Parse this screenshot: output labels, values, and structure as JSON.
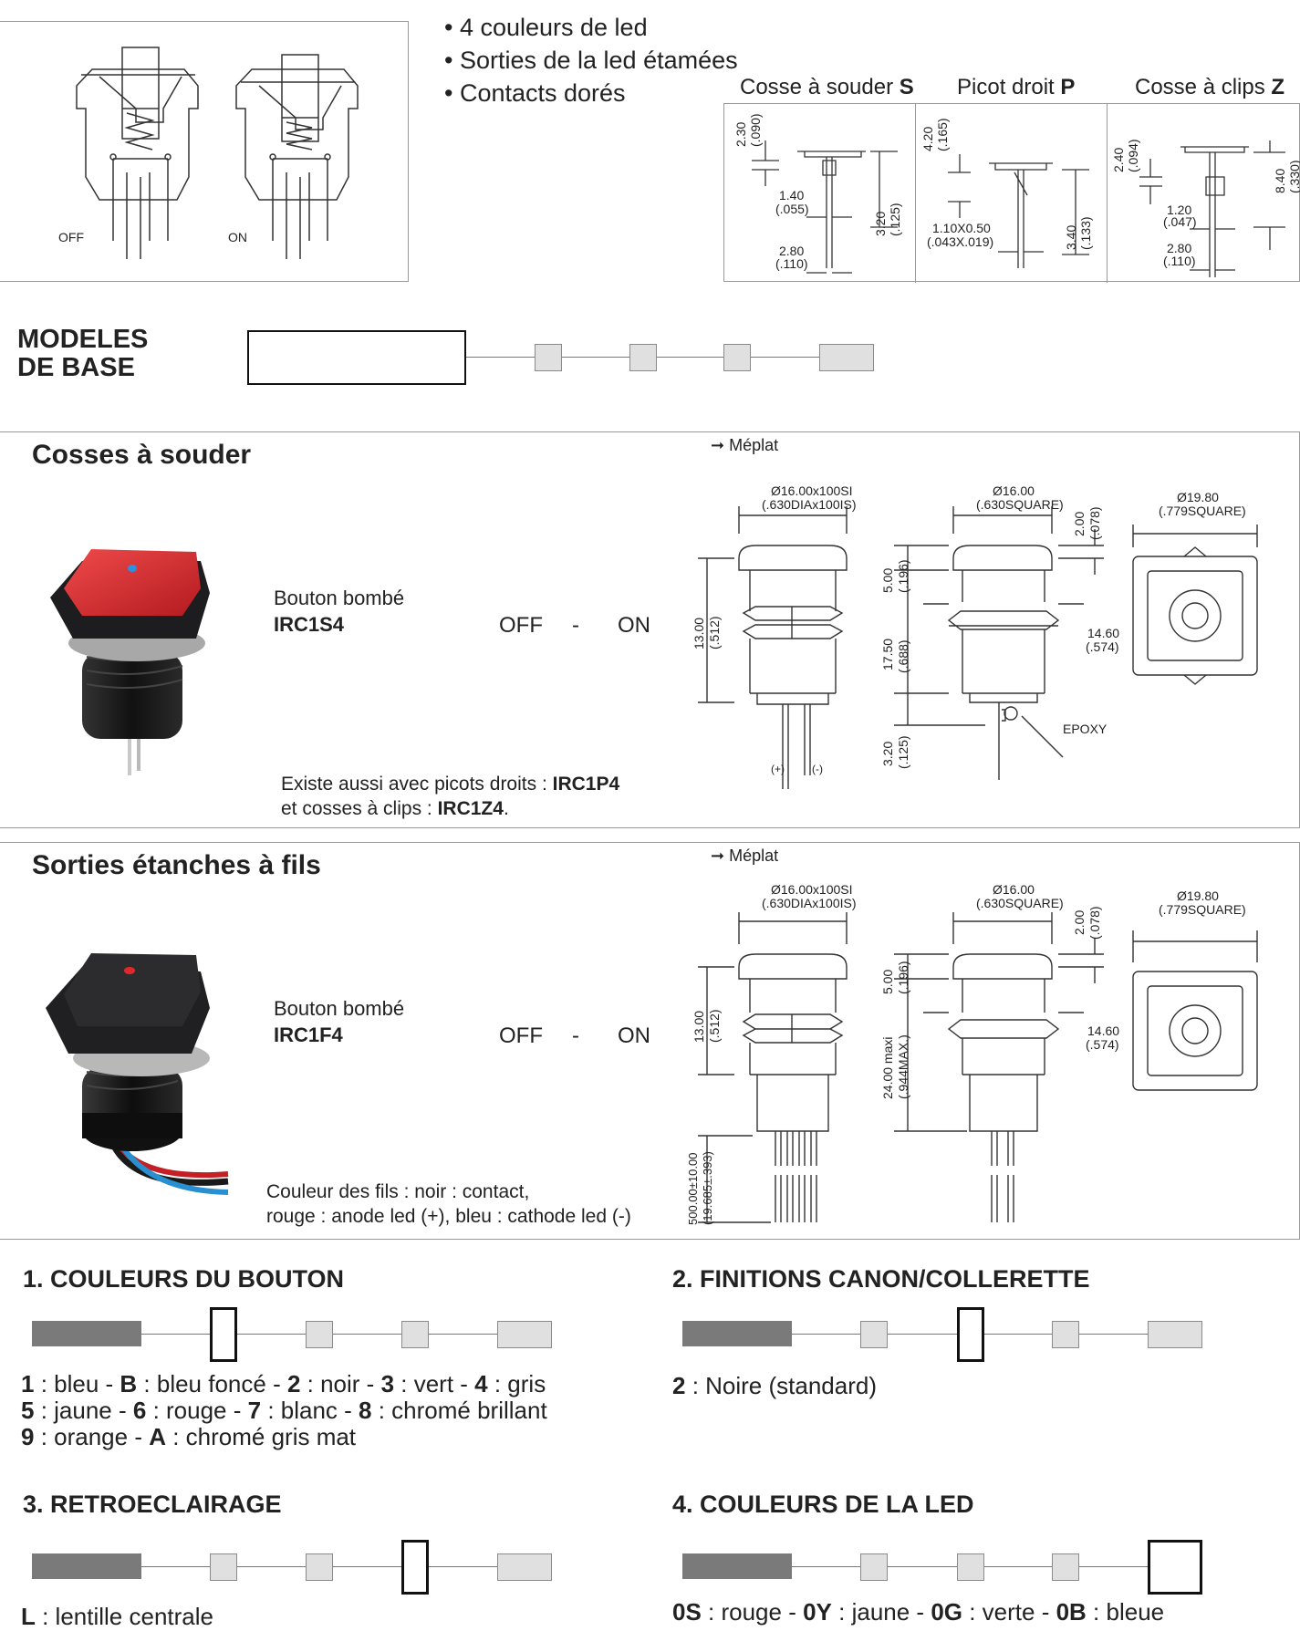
{
  "top": {
    "features": [
      "• 4 couleurs de led",
      "• Sorties de la led étamées",
      "• Contacts dorés"
    ],
    "diagram_off": "OFF",
    "diagram_on": "ON",
    "terminals": [
      {
        "name": "Cosse à souder ",
        "code": "S"
      },
      {
        "name": "Picot droit ",
        "code": "P"
      },
      {
        "name": "Cosse à clips ",
        "code": "Z"
      }
    ],
    "dims_s": [
      "2.30",
      "(.090)",
      "1.40",
      "(.055)",
      "3.20",
      "(.125)",
      "2.80",
      "(.110)"
    ],
    "dims_p": [
      "4.20",
      "(.165)",
      "1.10X0.50",
      "(.043X.019)",
      "3.40",
      "(.133)"
    ],
    "dims_z": [
      "2.40",
      "(.094)",
      "8.40",
      "(.330)",
      "1.20",
      "(.047)",
      "2.80",
      "(.110)"
    ]
  },
  "modeles": {
    "line1": "MODELES",
    "line2": "DE BASE"
  },
  "section1": {
    "title": "Cosses à souder",
    "meplat": "Méplat",
    "product_type": "Bouton bombé",
    "product_code": "IRC1S4",
    "state_off": "OFF",
    "state_sep": "-",
    "state_on": "ON",
    "note_l1_a": "Existe aussi avec picots droits : ",
    "note_l1_b": "IRC1P4",
    "note_l2_a": "et cosses à clips : ",
    "note_l2_b": "IRC1Z4",
    "note_l2_c": ".",
    "dims": {
      "d1a": "Ø16.00x100SI",
      "d1b": "(.630DIAx100IS)",
      "d2a": "Ø16.00",
      "d2b": "(.630SQUARE)",
      "d3a": "Ø19.80",
      "d3b": "(.779SQUARE)",
      "h13a": "13.00",
      "h13b": "(.512)",
      "h5a": "5.00",
      "h5b": "(.196)",
      "h2a": "2.00",
      "h2b": "(.078)",
      "h17a": "17.50",
      "h17b": "(.688)",
      "w14a": "14.60",
      "w14b": "(.574)",
      "h3a": "3.20",
      "h3b": "(.125)",
      "epoxy": "EPOXY",
      "plus": "(+)",
      "minus": "(-)"
    }
  },
  "section2": {
    "title": "Sorties étanches à fils",
    "meplat": "Méplat",
    "product_type": "Bouton bombé",
    "product_code": "IRC1F4",
    "state_off": "OFF",
    "state_sep": "-",
    "state_on": "ON",
    "note_l1": "Couleur des fils : noir : contact,",
    "note_l2": "rouge : anode led (+), bleu : cathode led (-)",
    "dims": {
      "d1a": "Ø16.00x100SI",
      "d1b": "(.630DIAx100IS)",
      "d2a": "Ø16.00",
      "d2b": "(.630SQUARE)",
      "d3a": "Ø19.80",
      "d3b": "(.779SQUARE)",
      "h13a": "13.00",
      "h13b": "(.512)",
      "h5a": "5.00",
      "h5b": "(.196)",
      "h2a": "2.00",
      "h2b": "(.078)",
      "h24a": "24.00 maxi",
      "h24b": "(.944MAX.)",
      "w14a": "14.60",
      "w14b": "(.574)",
      "wire_a": "500.00±10.00",
      "wire_b": "(19.685±.393)"
    }
  },
  "options": {
    "o1": {
      "title": "1. COULEURS DU BOUTON",
      "lines": [
        [
          [
            "1",
            true
          ],
          [
            " : bleu - ",
            false
          ],
          [
            "B",
            true
          ],
          [
            " : bleu foncé - ",
            false
          ],
          [
            "2",
            true
          ],
          [
            " : noir - ",
            false
          ],
          [
            "3",
            true
          ],
          [
            " : vert - ",
            false
          ],
          [
            "4",
            true
          ],
          [
            " : gris",
            false
          ]
        ],
        [
          [
            "5",
            true
          ],
          [
            " : jaune - ",
            false
          ],
          [
            "6",
            true
          ],
          [
            " : rouge - ",
            false
          ],
          [
            "7",
            true
          ],
          [
            " : blanc - ",
            false
          ],
          [
            "8",
            true
          ],
          [
            " : chromé brillant",
            false
          ]
        ],
        [
          [
            "9",
            true
          ],
          [
            " : orange - ",
            false
          ],
          [
            "A",
            true
          ],
          [
            " : chromé gris mat",
            false
          ]
        ]
      ]
    },
    "o2": {
      "title": "2. FINITIONS CANON/COLLERETTE",
      "lines": [
        [
          [
            "2",
            true
          ],
          [
            " : Noire (standard)",
            false
          ]
        ]
      ]
    },
    "o3": {
      "title": "3. RETROECLAIRAGE",
      "lines": [
        [
          [
            "L",
            true
          ],
          [
            " : lentille centrale",
            false
          ]
        ]
      ]
    },
    "o4": {
      "title": "4. COULEURS DE LA LED",
      "lines": [
        [
          [
            "0S",
            true
          ],
          [
            " : rouge - ",
            false
          ],
          [
            "0Y",
            true
          ],
          [
            " : jaune - ",
            false
          ],
          [
            "0G",
            true
          ],
          [
            " : verte - ",
            false
          ],
          [
            "0B",
            true
          ],
          [
            " : bleue",
            false
          ]
        ]
      ]
    }
  },
  "colors": {
    "bar": "#7a7a7a",
    "square": "#e0e0e0",
    "button_red": "#d8262b",
    "button_black": "#1d1d1f"
  }
}
